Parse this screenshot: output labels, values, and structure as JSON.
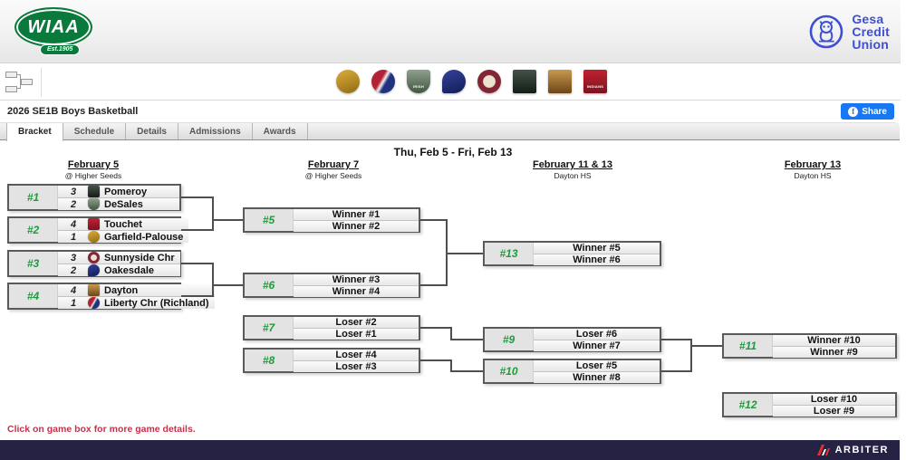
{
  "header": {
    "logo": {
      "title": "WIAA",
      "subtitle": "Est.1905"
    },
    "sponsor": {
      "name": "Gesa Credit Union",
      "text": "Gesa\nCredit\nUnion",
      "color": "#3d4fd4"
    }
  },
  "toolbar": {
    "team_logos": [
      "garfield-palouse",
      "liberty-chr",
      "desales",
      "oakesdale",
      "sunnyside-chr",
      "pomeroy",
      "dayton",
      "touchet"
    ]
  },
  "team_logo_styles": {
    "garfield-palouse": {
      "shape": "shape-circle",
      "bg": "linear-gradient(160deg,#dcae38,#8f6a16)",
      "label": ""
    },
    "liberty-chr": {
      "shape": "shape-circle",
      "bg": "linear-gradient(120deg,#b22234 40%,#f2f2f2 50%,#20337e 60%)",
      "label": ""
    },
    "desales": {
      "shape": "shape-shield",
      "bg": "linear-gradient(180deg,#8fa08f,#40573f)",
      "label": "IRISH"
    },
    "oakesdale": {
      "shape": "shape-bird",
      "bg": "linear-gradient(160deg,#34439c,#121c55)",
      "label": ""
    },
    "sunnyside-chr": {
      "shape": "shape-circle",
      "bg": "radial-gradient(circle,#ece2d0 35%,#842536 40%)",
      "label": ""
    },
    "pomeroy": {
      "shape": "shape-square",
      "bg": "linear-gradient(180deg,#45524a,#131c16)",
      "label": ""
    },
    "dayton": {
      "shape": "shape-square",
      "bg": "linear-gradient(180deg,#c89a4e,#6e4518)",
      "label": ""
    },
    "touchet": {
      "shape": "shape-square",
      "bg": "linear-gradient(180deg,#c0222f,#7e1220)",
      "label": "INDIANS"
    }
  },
  "page": {
    "title": "2026 SE1B Boys Basketball",
    "share": {
      "label": "Share",
      "icon": "f"
    }
  },
  "tabs": [
    {
      "label": "Bracket",
      "active": true
    },
    {
      "label": "Schedule",
      "active": false
    },
    {
      "label": "Details",
      "active": false
    },
    {
      "label": "Admissions",
      "active": false
    },
    {
      "label": "Awards",
      "active": false
    }
  ],
  "bracket": {
    "date_range": "Thu, Feb 5 - Fri, Feb 13",
    "columns": [
      {
        "label": "February 5",
        "sub": "@ Higher Seeds"
      },
      {
        "label": "February 7",
        "sub": "@ Higher Seeds"
      },
      {
        "label": "February 11 & 13",
        "sub": "Dayton HS"
      },
      {
        "label": "February 13",
        "sub": "Dayton HS"
      }
    ],
    "games": [
      {
        "num": "#1",
        "teams": [
          {
            "seed": "3",
            "name": "Pomeroy",
            "logo": "pomeroy"
          },
          {
            "seed": "2",
            "name": "DeSales",
            "logo": "desales"
          }
        ]
      },
      {
        "num": "#2",
        "teams": [
          {
            "seed": "4",
            "name": "Touchet",
            "logo": "touchet"
          },
          {
            "seed": "1",
            "name": "Garfield-Palouse",
            "logo": "garfield-palouse"
          }
        ]
      },
      {
        "num": "#3",
        "teams": [
          {
            "seed": "3",
            "name": "Sunnyside Chr",
            "logo": "sunnyside-chr"
          },
          {
            "seed": "2",
            "name": "Oakesdale",
            "logo": "oakesdale"
          }
        ]
      },
      {
        "num": "#4",
        "teams": [
          {
            "seed": "4",
            "name": "Dayton",
            "logo": "dayton"
          },
          {
            "seed": "1",
            "name": "Liberty Chr (Richland)",
            "logo": "liberty-chr"
          }
        ]
      },
      {
        "num": "#5",
        "teams": [
          {
            "name": "Winner #1"
          },
          {
            "name": "Winner #2"
          }
        ]
      },
      {
        "num": "#6",
        "teams": [
          {
            "name": "Winner #3"
          },
          {
            "name": "Winner #4"
          }
        ]
      },
      {
        "num": "#7",
        "teams": [
          {
            "name": "Loser #2"
          },
          {
            "name": "Loser #1"
          }
        ]
      },
      {
        "num": "#8",
        "teams": [
          {
            "name": "Loser #4"
          },
          {
            "name": "Loser #3"
          }
        ]
      },
      {
        "num": "#13",
        "teams": [
          {
            "name": "Winner #5"
          },
          {
            "name": "Winner #6"
          }
        ]
      },
      {
        "num": "#9",
        "teams": [
          {
            "name": "Loser #6"
          },
          {
            "name": "Winner #7"
          }
        ]
      },
      {
        "num": "#10",
        "teams": [
          {
            "name": "Loser #5"
          },
          {
            "name": "Winner #8"
          }
        ]
      },
      {
        "num": "#11",
        "teams": [
          {
            "name": "Winner #10"
          },
          {
            "name": "Winner #9"
          }
        ]
      },
      {
        "num": "#12",
        "teams": [
          {
            "name": "Loser #10"
          },
          {
            "name": "Loser #9"
          }
        ]
      }
    ],
    "note": "Click on game box for more game details."
  },
  "footer": {
    "brand": "ARBITER"
  }
}
